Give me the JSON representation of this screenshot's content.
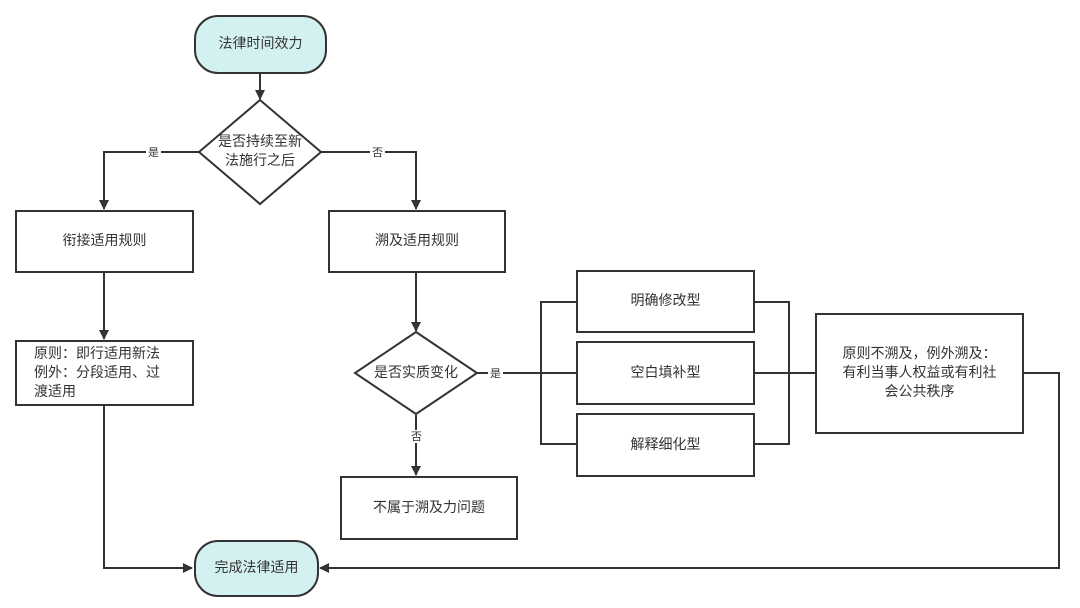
{
  "nodes": {
    "start": "法律时间效力",
    "decision_continue": "是否持续至新\n法施行之后",
    "connect_rule": "衔接适用规则",
    "retro_rule": "溯及适用规则",
    "principle_left": "原则：即行适用新法\n例外：分段适用、过\n渡适用",
    "decision_change": "是否实质变化",
    "type_clarify": "明确修改型",
    "type_fill": "空白填补型",
    "type_refine": "解释细化型",
    "principle_right": "原则不溯及，例外溯及：\n有利当事人权益或有利社\n会公共秩序",
    "not_retro": "不属于溯及力问题",
    "end": "完成法律适用"
  },
  "edge_labels": {
    "yes_left": "是",
    "no_right": "否",
    "yes_change": "是",
    "no_change": "否"
  },
  "colors": {
    "line": "#333333",
    "terminal_fill": "#d4f1f1",
    "box_fill": "#ffffff"
  }
}
